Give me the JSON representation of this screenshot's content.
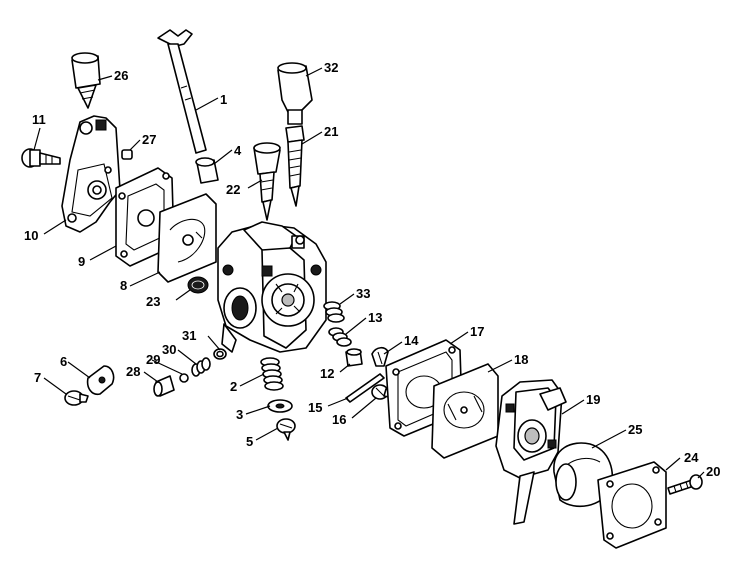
{
  "callouts": [
    {
      "id": "p1",
      "label": "1"
    },
    {
      "id": "p2",
      "label": "2"
    },
    {
      "id": "p3",
      "label": "3"
    },
    {
      "id": "p4",
      "label": "4"
    },
    {
      "id": "p5",
      "label": "5"
    },
    {
      "id": "p6",
      "label": "6"
    },
    {
      "id": "p7",
      "label": "7"
    },
    {
      "id": "p8",
      "label": "8"
    },
    {
      "id": "p9",
      "label": "9"
    },
    {
      "id": "p10",
      "label": "10"
    },
    {
      "id": "p11",
      "label": "11"
    },
    {
      "id": "p12",
      "label": "12"
    },
    {
      "id": "p13",
      "label": "13"
    },
    {
      "id": "p14",
      "label": "14"
    },
    {
      "id": "p15",
      "label": "15"
    },
    {
      "id": "p16",
      "label": "16"
    },
    {
      "id": "p17",
      "label": "17"
    },
    {
      "id": "p18",
      "label": "18"
    },
    {
      "id": "p19",
      "label": "19"
    },
    {
      "id": "p20",
      "label": "20"
    },
    {
      "id": "p21",
      "label": "21"
    },
    {
      "id": "p22",
      "label": "22"
    },
    {
      "id": "p23",
      "label": "23"
    },
    {
      "id": "p24",
      "label": "24"
    },
    {
      "id": "p25",
      "label": "25"
    },
    {
      "id": "p26",
      "label": "26"
    },
    {
      "id": "p27",
      "label": "27"
    },
    {
      "id": "p28",
      "label": "28"
    },
    {
      "id": "p29",
      "label": "29"
    },
    {
      "id": "p30",
      "label": "30"
    },
    {
      "id": "p31",
      "label": "31"
    },
    {
      "id": "p32",
      "label": "32"
    },
    {
      "id": "p33",
      "label": "33"
    }
  ]
}
